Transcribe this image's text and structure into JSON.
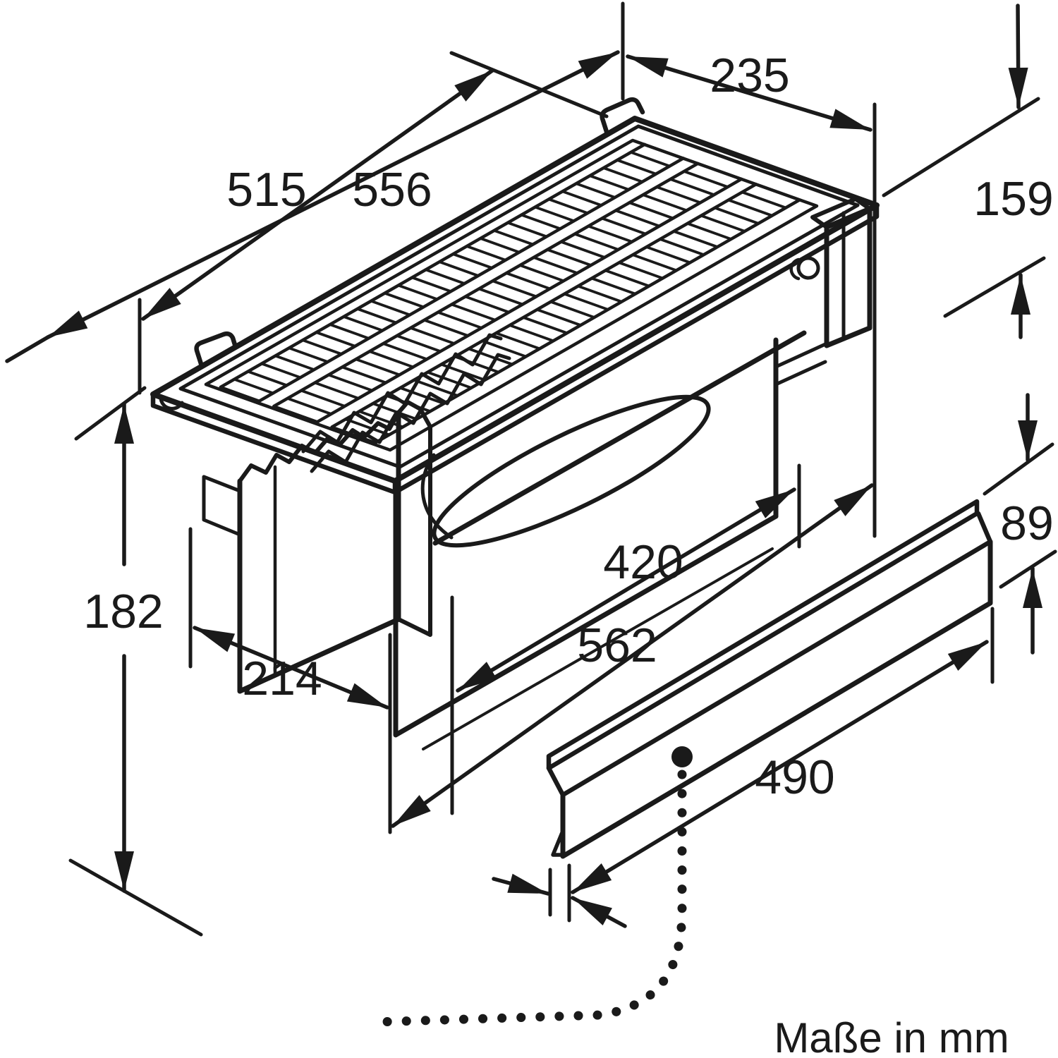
{
  "diagram": {
    "type": "technical-installation-drawing",
    "unit_note": "Maße in mm",
    "colors": {
      "line": "#1a1a1a",
      "background": "#ffffff"
    },
    "dimensions": {
      "grille_length": "515",
      "total_width": "556",
      "rear_depth": "235",
      "right_height": "159",
      "left_height": "182",
      "front_depth": "214",
      "inner_length": "420",
      "body_length": "562",
      "bar_height": "89",
      "bar_length": "490"
    },
    "icons": {
      "mount_dot": "mounting-point-dot",
      "leader": "dotted-leader-line"
    }
  }
}
